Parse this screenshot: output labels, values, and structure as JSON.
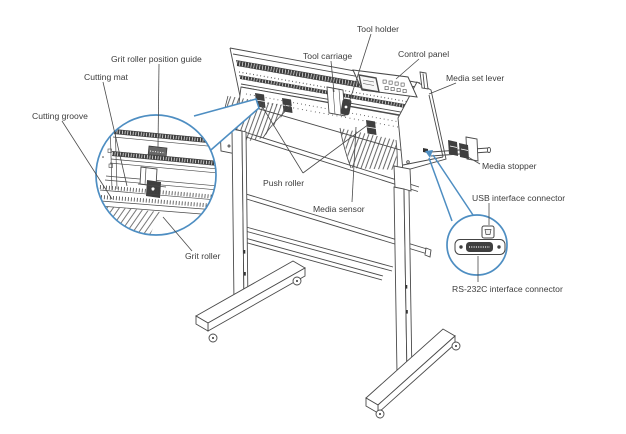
{
  "figure": {
    "type": "parts-diagram",
    "subject": "cutting-plotter-with-stand",
    "labels": {
      "tool_holder": "Tool holder",
      "grit_roller_position_guide": "Grit roller position guide",
      "tool_carriage": "Tool carriage",
      "control_panel": "Control panel",
      "cutting_mat": "Cutting mat",
      "media_set_lever": "Media set lever",
      "cutting_groove": "Cutting groove",
      "media_stopper": "Media stopper",
      "push_roller": "Push roller",
      "usb_interface_connector": "USB interface connector",
      "media_sensor": "Media sensor",
      "grit_roller": "Grit roller",
      "rs232c_interface_connector": "RS-232C interface connector"
    },
    "colors": {
      "line": "#4a4a4a",
      "dark_fill": "#3f3f3f",
      "callout": "#4e8ec2",
      "text": "#3d3d3d",
      "background": "#ffffff"
    }
  }
}
